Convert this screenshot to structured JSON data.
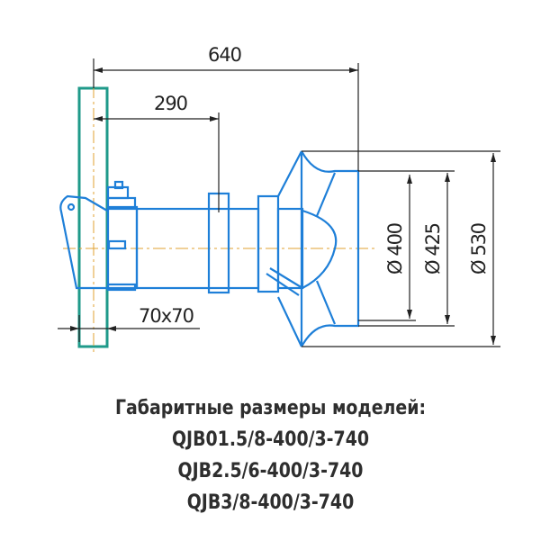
{
  "dimensions": {
    "overall_length": "640",
    "clamp_offset": "290",
    "pole_section": "70x70",
    "diameter_inner": "Ø 400",
    "diameter_mid": "Ø 425",
    "diameter_outer": "Ø 530"
  },
  "caption": {
    "title": "Габаритные размеры моделей:",
    "models": [
      "QJB01.5/8-400/3-740",
      "QJB2.5/6-400/3-740",
      "QJB3/8-400/3-740"
    ]
  },
  "colors": {
    "body": "#1e7fd8",
    "pole": "#1f9a8a",
    "axis": "#e0a030",
    "dim": "#222222"
  }
}
